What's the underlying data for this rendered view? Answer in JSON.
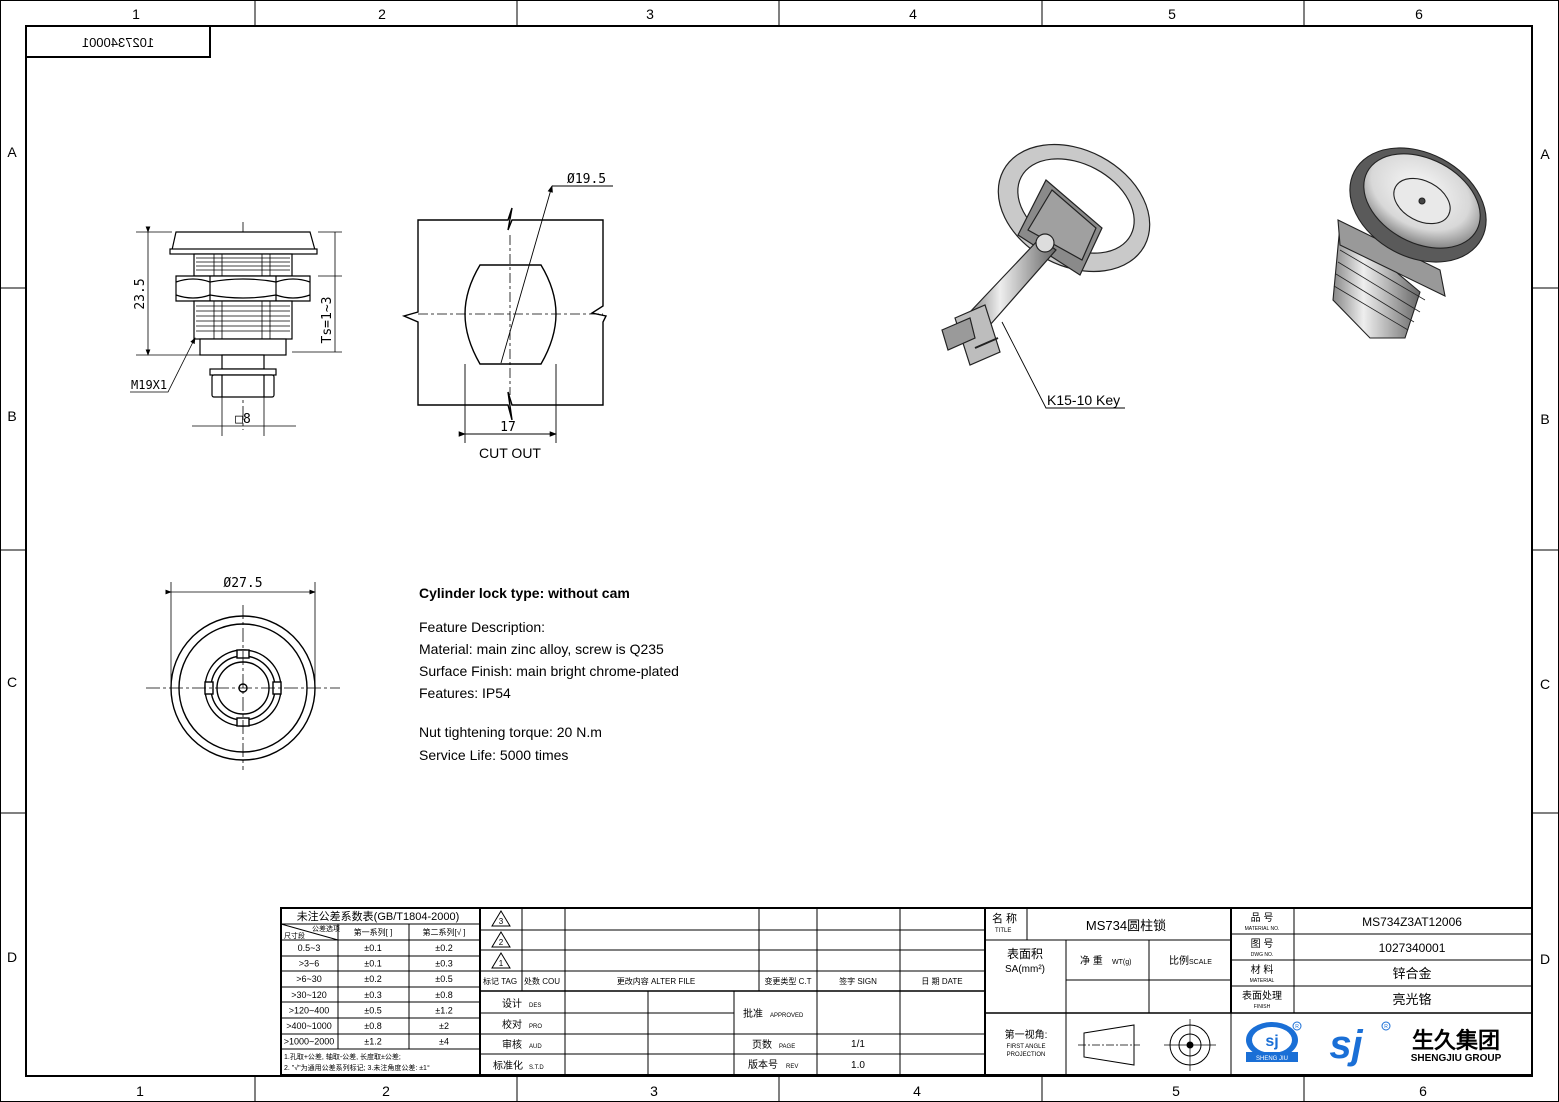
{
  "doc_number_box": "1027340001",
  "grid": {
    "cols": [
      "1",
      "2",
      "3",
      "4",
      "5",
      "6"
    ],
    "rows": [
      "A",
      "B",
      "C",
      "D"
    ]
  },
  "dims": {
    "height": "23.5",
    "ts": "Ts=1~3",
    "thread": "M19X1",
    "square": "□8",
    "cutout_dia": "Ø19.5",
    "cutout_width": "17",
    "cutout_label": "CUT OUT",
    "face_dia": "Ø27.5",
    "key_label": "K15-10 Key"
  },
  "description": {
    "heading": "Cylinder lock type: without cam",
    "feature_title": "Feature Description:",
    "material": "Material: main zinc alloy, screw is Q235",
    "surface": "Surface Finish: main bright chrome-plated",
    "features": "Features: IP54",
    "torque": "Nut tightening torque: 20 N.m",
    "life": "Service Life: 5000 times"
  },
  "tolerance": {
    "title": "未注公差系数表(GB/T1804-2000)",
    "corner_top": "公差选项",
    "corner_bottom": "尺寸段",
    "col1": "第一系列[ ]",
    "col2": "第二系列[√ ]",
    "rows": [
      {
        "range": "0.5~3",
        "s1": "±0.1",
        "s2": "±0.2"
      },
      {
        "range": ">3~6",
        "s1": "±0.1",
        "s2": "±0.3"
      },
      {
        "range": ">6~30",
        "s1": "±0.2",
        "s2": "±0.5"
      },
      {
        "range": ">30~120",
        "s1": "±0.3",
        "s2": "±0.8"
      },
      {
        "range": ">120~400",
        "s1": "±0.5",
        "s2": "±1.2"
      },
      {
        "range": ">400~1000",
        "s1": "±0.8",
        "s2": "±2"
      },
      {
        "range": ">1000~2000",
        "s1": "±1.2",
        "s2": "±4"
      }
    ],
    "note1": "1.孔取+公差, 轴取-公差, 长度取±公差;",
    "note2": "2. \"√\"为通用公差系列标记; 3.未注角度公差: ±1°"
  },
  "revision": {
    "rev_marks": [
      "3",
      "2",
      "1"
    ],
    "tag": "标记 TAG",
    "cou": "处数 COU",
    "alter": "更改内容 ALTER FILE",
    "ct": "变更类型 C.T",
    "sign": "签字 SIGN",
    "date": "日 期 DATE",
    "des": "设计",
    "des_en": "DES",
    "pro": "校对",
    "pro_en": "PRO",
    "aud": "审核",
    "aud_en": "AUD",
    "std": "标准化",
    "std_en": "S.T.D",
    "approved": "批准",
    "approved_en": "APPROVED",
    "page": "页数",
    "page_en": "PAGE",
    "page_val": "1/1",
    "rev": "版本号",
    "rev_en": "REV",
    "rev_val": "1.0"
  },
  "title_block": {
    "title_label": "名 称",
    "title_label_en": "TITLE",
    "title_value": "MS734圆柱锁",
    "area_label": "表面积",
    "area_unit": "SA(mm²)",
    "weight_label": "净 重",
    "weight_en": "WT(g)",
    "scale_label": "比例",
    "scale_en": "SCALE",
    "mat_no_label": "品 号",
    "mat_no_en": "MATERIAL NO.",
    "mat_no_value": "MS734Z3AT12006",
    "dwg_label": "图 号",
    "dwg_en": "DWG NO.",
    "dwg_value": "1027340001",
    "material_label": "材 料",
    "material_en": "MATERIAL",
    "material_value": "锌合金",
    "finish_label": "表面处理",
    "finish_en": "FINISH",
    "finish_value": "亮光铬",
    "projection_label": "第一视角:",
    "projection_en1": "FIRST ANGLE",
    "projection_en2": "PROJECTION",
    "logo_small_text": "SHENG JIU",
    "logo_cn": "生久集团",
    "logo_en": "SHENGJIU GROUP"
  },
  "colors": {
    "line": "#000000",
    "logo_blue": "#1a6fd6"
  }
}
